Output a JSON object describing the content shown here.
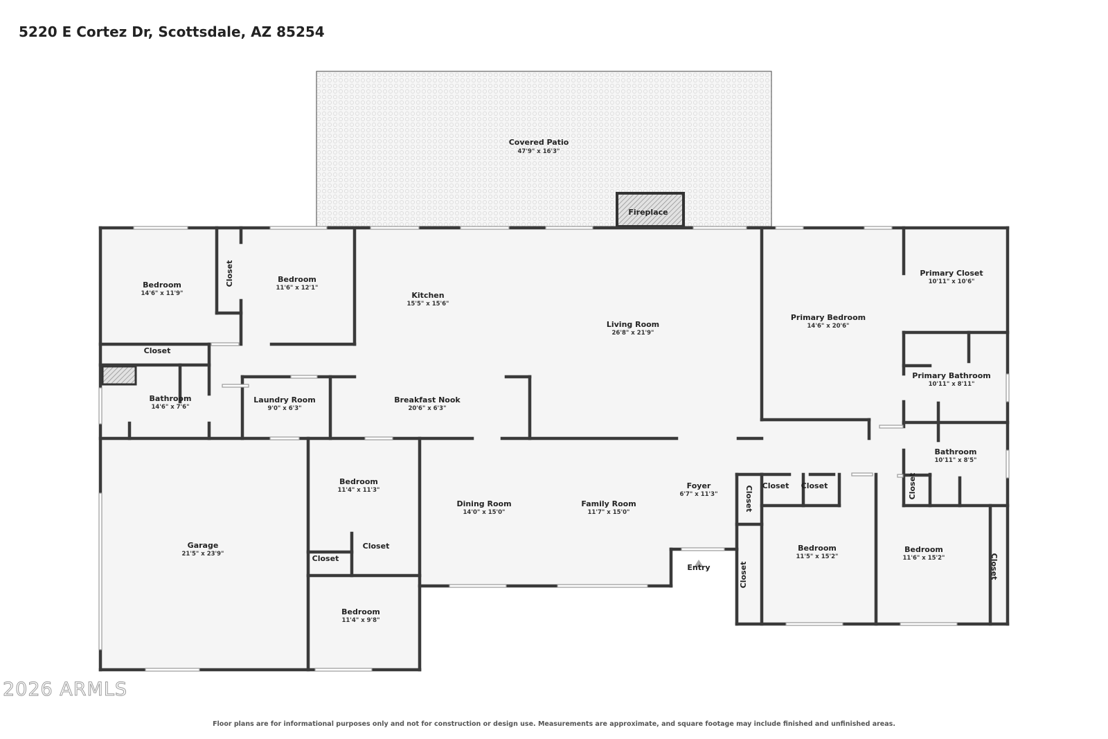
{
  "header": {
    "address": "5220 E Cortez Dr, Scottsdale, AZ 85254"
  },
  "rooms": {
    "covered_patio": {
      "name": "Covered Patio",
      "dims": "47'9\" x 16'3\""
    },
    "fireplace": {
      "name": "Fireplace"
    },
    "bedroom_nw": {
      "name": "Bedroom",
      "dims": "14'6\" x 11'9\""
    },
    "closet_nw_vertical": {
      "name": "Closet"
    },
    "bedroom_n2": {
      "name": "Bedroom",
      "dims": "11'6\" x 12'1\""
    },
    "kitchen": {
      "name": "Kitchen",
      "dims": "15'5\" x 15'6\""
    },
    "living_room": {
      "name": "Living Room",
      "dims": "26'8\" x 21'9\""
    },
    "primary_bedroom": {
      "name": "Primary Bedroom",
      "dims": "14'6\" x 20'6\""
    },
    "primary_closet": {
      "name": "Primary Closet",
      "dims": "10'11\" x 10'6\""
    },
    "closet_west": {
      "name": "Closet"
    },
    "bathroom_west": {
      "name": "Bathroom",
      "dims": "14'6\" x 7'6\""
    },
    "laundry_room": {
      "name": "Laundry Room",
      "dims": "9'0\" x 6'3\""
    },
    "breakfast_nook": {
      "name": "Breakfast Nook",
      "dims": "20'6\" x 6'3\""
    },
    "primary_bathroom": {
      "name": "Primary Bathroom",
      "dims": "10'11\" x 8'11\""
    },
    "bathroom_east": {
      "name": "Bathroom",
      "dims": "10'11\" x 8'5\""
    },
    "garage": {
      "name": "Garage",
      "dims": "21'5\" x 23'9\""
    },
    "bedroom_mid": {
      "name": "Bedroom",
      "dims": "11'4\" x 11'3\""
    },
    "closet_mid_a": {
      "name": "Closet"
    },
    "closet_mid_b": {
      "name": "Closet"
    },
    "bedroom_south": {
      "name": "Bedroom",
      "dims": "11'4\" x 9'8\""
    },
    "dining_room": {
      "name": "Dining Room",
      "dims": "14'0\" x 15'0\""
    },
    "family_room": {
      "name": "Family Room",
      "dims": "11'7\" x 15'0\""
    },
    "foyer": {
      "name": "Foyer",
      "dims": "6'7\" x 11'3\""
    },
    "entry": {
      "name": "Entry"
    },
    "closet_foyer_upper": {
      "name": "Closet"
    },
    "closet_foyer_lower": {
      "name": "Closet"
    },
    "closet_se_1": {
      "name": "Closet"
    },
    "closet_se_2": {
      "name": "Closet"
    },
    "closet_se_3": {
      "name": "Closet"
    },
    "closet_se_right": {
      "name": "Closet"
    },
    "bedroom_se1": {
      "name": "Bedroom",
      "dims": "11'5\" x 15'2\""
    },
    "bedroom_se2": {
      "name": "Bedroom",
      "dims": "11'6\" x 15'2\""
    }
  },
  "watermark": "2026 ARMLS",
  "footer": {
    "disclaimer": "Floor plans are for informational purposes only and not for construction or design use. Measurements are approximate, and square footage may include finished and unfinished areas."
  }
}
